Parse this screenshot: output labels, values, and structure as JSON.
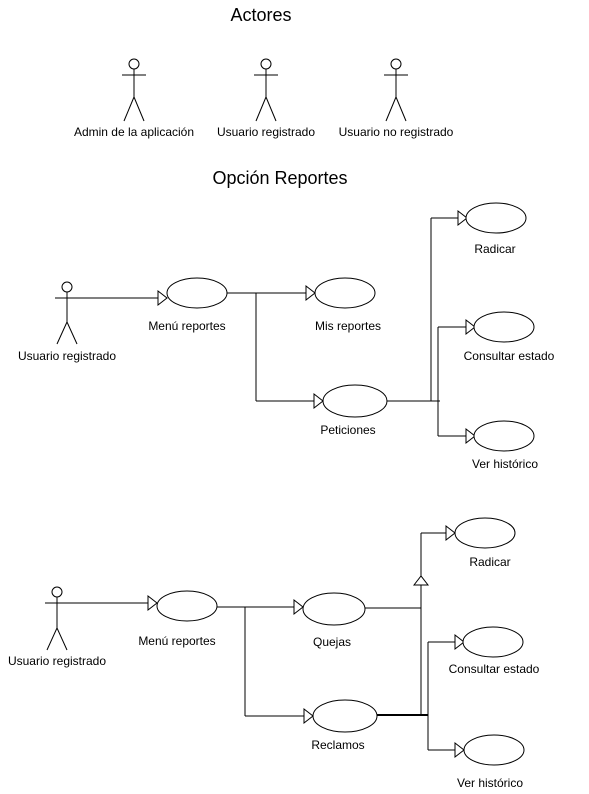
{
  "titles": {
    "actors": "Actores",
    "reports_option": "Opción Reportes"
  },
  "actors": {
    "admin": "Admin de la aplicación",
    "registered": "Usuario registrado",
    "unregistered": "Usuario no registrado"
  },
  "diagram1": {
    "actor": "Usuario registrado",
    "menu": "Menú reportes",
    "my_reports": "Mis reportes",
    "requests": "Peticiones",
    "file": "Radicar",
    "check_status": "Consultar estado",
    "history": "Ver histórico"
  },
  "diagram2": {
    "actor": "Usuario registrado",
    "menu": "Menú reportes",
    "complaints": "Quejas",
    "claims": "Reclamos",
    "file": "Radicar",
    "check_status": "Consultar estado",
    "history": "Ver histórico"
  }
}
